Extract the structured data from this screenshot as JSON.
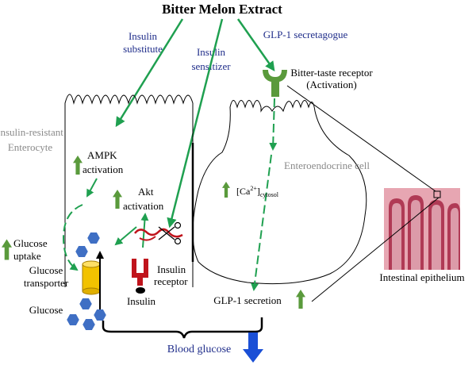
{
  "title": "Bitter Melon Extract",
  "labels": {
    "insulin_substitute_1": "Insulin",
    "insulin_substitute_2": "substitute",
    "insulin_sensitizer_1": "Insulin",
    "insulin_sensitizer_2": "sensitizer",
    "glp1_secretagogue": "GLP-1 secretagogue",
    "bitter_receptor_1": "Bitter-taste receptor",
    "bitter_receptor_2": "(Activation)",
    "insulin_resistant_1": "Insulin-resistant",
    "insulin_resistant_2": "Enterocyte",
    "enteroendocrine": "Enteroendocrine cell",
    "ampk_1": "AMPK",
    "ampk_2": "activation",
    "akt_1": "Akt",
    "akt_2": "activation",
    "calcium_base": "[Ca",
    "calcium_sup": "2+",
    "calcium_close": "]",
    "calcium_sub": "cytosol",
    "glucose_uptake_1": "Glucose",
    "glucose_uptake_2": "uptake",
    "glucose_transporter_1": "Glucose",
    "glucose_transporter_2": "transporter",
    "insulin_receptor_1": "Insulin",
    "insulin_receptor_2": "receptor",
    "insulin": "Insulin",
    "glucose": "Glucose",
    "glp1_secretion": "GLP-1 secretion",
    "intestinal_epithelium": "Intestinal epithelium",
    "blood_glucose": "Blood glucose"
  },
  "colors": {
    "arrow_green": "#1fa050",
    "up_green": "#5a9a3c",
    "blue_text": "#1f2d8a",
    "blue_arrow": "#1a4fd6",
    "hexagon_blue": "#3f6fc4",
    "receptor_red": "#c0141c",
    "transporter_yellow": "#f2c200",
    "tissue_pink": "#e7a6b2"
  }
}
